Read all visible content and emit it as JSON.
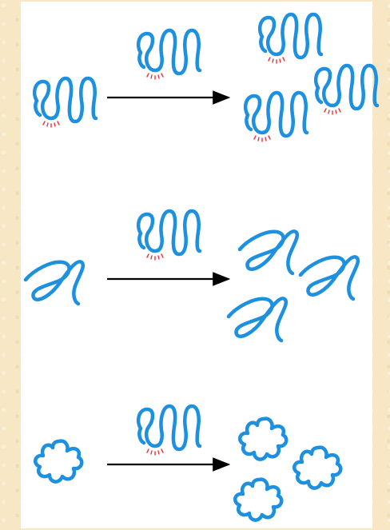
{
  "colors": {
    "background": "#f7e7c4",
    "panel": "#ffffff",
    "protein": "#1e90e0",
    "active_site": "#e8333a",
    "arrow": "#000000"
  },
  "rows": [
    {
      "name": "row-normal-protein",
      "start_shape": "folded-protein-with-active-site",
      "catalyst_shape": "folded-protein-with-active-site",
      "product_shape": "folded-protein-with-active-site",
      "product_count": 3
    },
    {
      "name": "row-unfolded-chain",
      "start_shape": "unfolded-loop-chain",
      "catalyst_shape": "folded-protein-with-active-site",
      "product_shape": "unfolded-loop-chain",
      "product_count": 3
    },
    {
      "name": "row-flower-aggregate",
      "start_shape": "flower-shaped-aggregate",
      "catalyst_shape": "folded-protein-with-active-site",
      "product_shape": "flower-shaped-aggregate",
      "product_count": 3
    }
  ]
}
